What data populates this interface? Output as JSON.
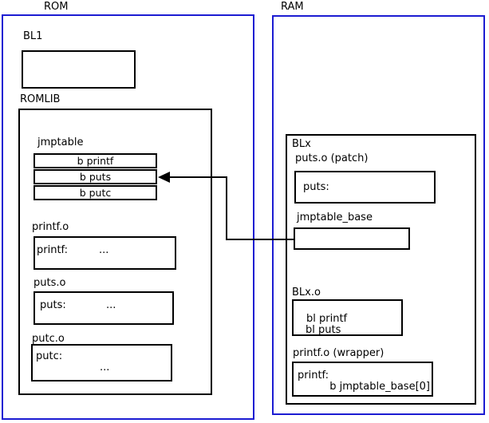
{
  "rom": {
    "title": "ROM",
    "bl1": {
      "label": "BL1"
    },
    "romlib": {
      "label": "ROMLIB"
    },
    "jmptable": {
      "label": "jmptable",
      "rows": [
        "b printf",
        "b puts",
        "b putc"
      ]
    },
    "printf_o": {
      "label": "printf.o",
      "symbol": "printf:",
      "body": "..."
    },
    "puts_o": {
      "label": "puts.o",
      "symbol": "puts:",
      "body": "..."
    },
    "putc_o": {
      "label": "putc.o",
      "symbol": "putc:",
      "body": "..."
    }
  },
  "ram": {
    "title": "RAM",
    "blx": {
      "label": "BLx"
    },
    "puts_patch": {
      "label": "puts.o (patch)",
      "symbol": "puts:"
    },
    "jmptable_base": {
      "label": "jmptable_base"
    },
    "blx_o": {
      "label": "BLx.o",
      "instructions": [
        "bl printf",
        "bl puts"
      ]
    },
    "printf_wrapper": {
      "label": "printf.o (wrapper)",
      "symbol": "printf:",
      "branch": "b jmptable_base[0]"
    }
  },
  "colors": {
    "region_border": "#1c1cd2",
    "box_border": "#000000",
    "background": "#ffffff"
  }
}
